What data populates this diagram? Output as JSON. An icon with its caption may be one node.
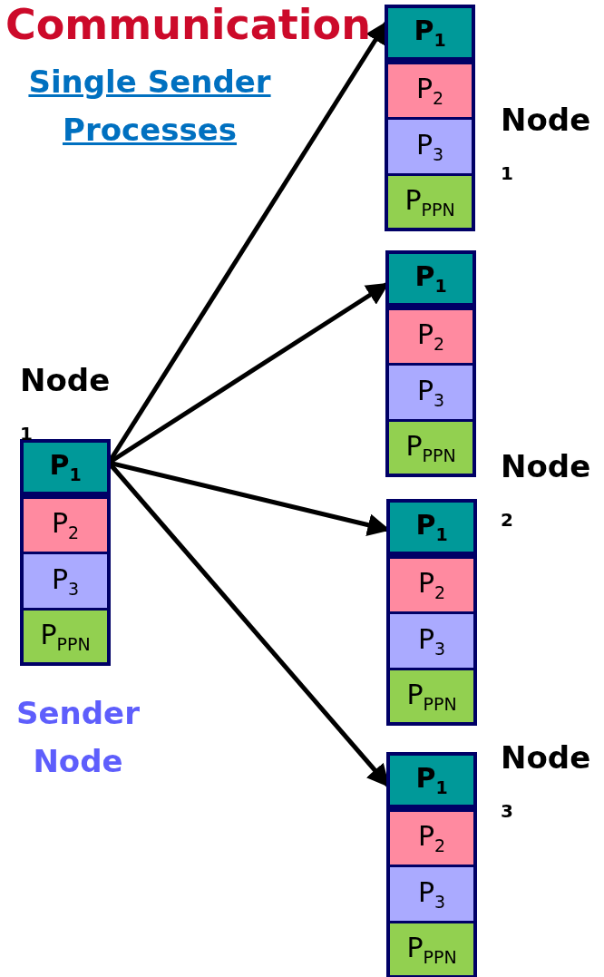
{
  "diagram": {
    "title": "Communication",
    "nodes": [
      {
        "text": [],
        "shape": "box",
        "beside": [
          "Node $_{1}$",
          "Sender Node"
        ]
      },
      {
        "text": [
          "P$_{1}$"
        ],
        "in": 0
      },
      {
        "text": [
          "P$_{2}$"
        ],
        "in": 0
      },
      {
        "text": [
          "P$_{3}$"
        ],
        "in": 0
      },
      {
        "text": [
          "P$_{PPN}$"
        ],
        "in": 0
      },
      {
        "text": [],
        "shape": "box",
        "beside": [
          "Node $_{1}$"
        ]
      },
      {
        "text": [
          "P$_{1}$"
        ],
        "in": 5
      },
      {
        "text": [
          "P$_{2}$"
        ],
        "in": 5
      },
      {
        "text": [
          "P$_{3}$"
        ],
        "in": 5
      },
      {
        "text": [
          "P$_{PPN}$"
        ],
        "in": 5
      },
      {
        "text": [],
        "shape": "box"
      },
      {
        "text": [
          "P$_{1}$"
        ],
        "in": 10
      },
      {
        "text": [
          "P$_{2}$"
        ],
        "in": 10
      },
      {
        "text": [
          "P$_{3}$"
        ],
        "in": 10
      },
      {
        "text": [
          "P$_{PPN}$"
        ],
        "in": 10
      },
      {
        "text": [],
        "shape": "box",
        "beside": [
          "Node $_{2}$"
        ]
      },
      {
        "text": [
          "P$_{1}$"
        ],
        "in": 15
      },
      {
        "text": [
          "P$_{2}$"
        ],
        "in": 15
      },
      {
        "text": [
          "P$_{3}$"
        ],
        "in": 15
      },
      {
        "text": [
          "P$_{PPN}$"
        ],
        "in": 15
      },
      {
        "text": [],
        "shape": "box",
        "beside": [
          "Node $_{3}$"
        ]
      },
      {
        "text": [
          "P$_{1}$"
        ],
        "in": 20
      },
      {
        "text": [
          "P$_{2}$"
        ],
        "in": 20
      },
      {
        "text": [
          "P$_{3}$"
        ],
        "in": 20
      },
      {
        "text": [
          "P$_{PPN}$"
        ],
        "in": 20
      }
    ],
    "edges": [
      {
        "from": 1,
        "to": 5,
        "arrow": "to"
      },
      {
        "from": 1,
        "to": 10,
        "arrow": "to"
      },
      {
        "from": 1,
        "to": 15,
        "arrow": "to"
      },
      {
        "from": 1,
        "to": 20,
        "arrow": "to"
      }
    ],
    "labels": [
      "Single Sender Processes"
    ]
  }
}
